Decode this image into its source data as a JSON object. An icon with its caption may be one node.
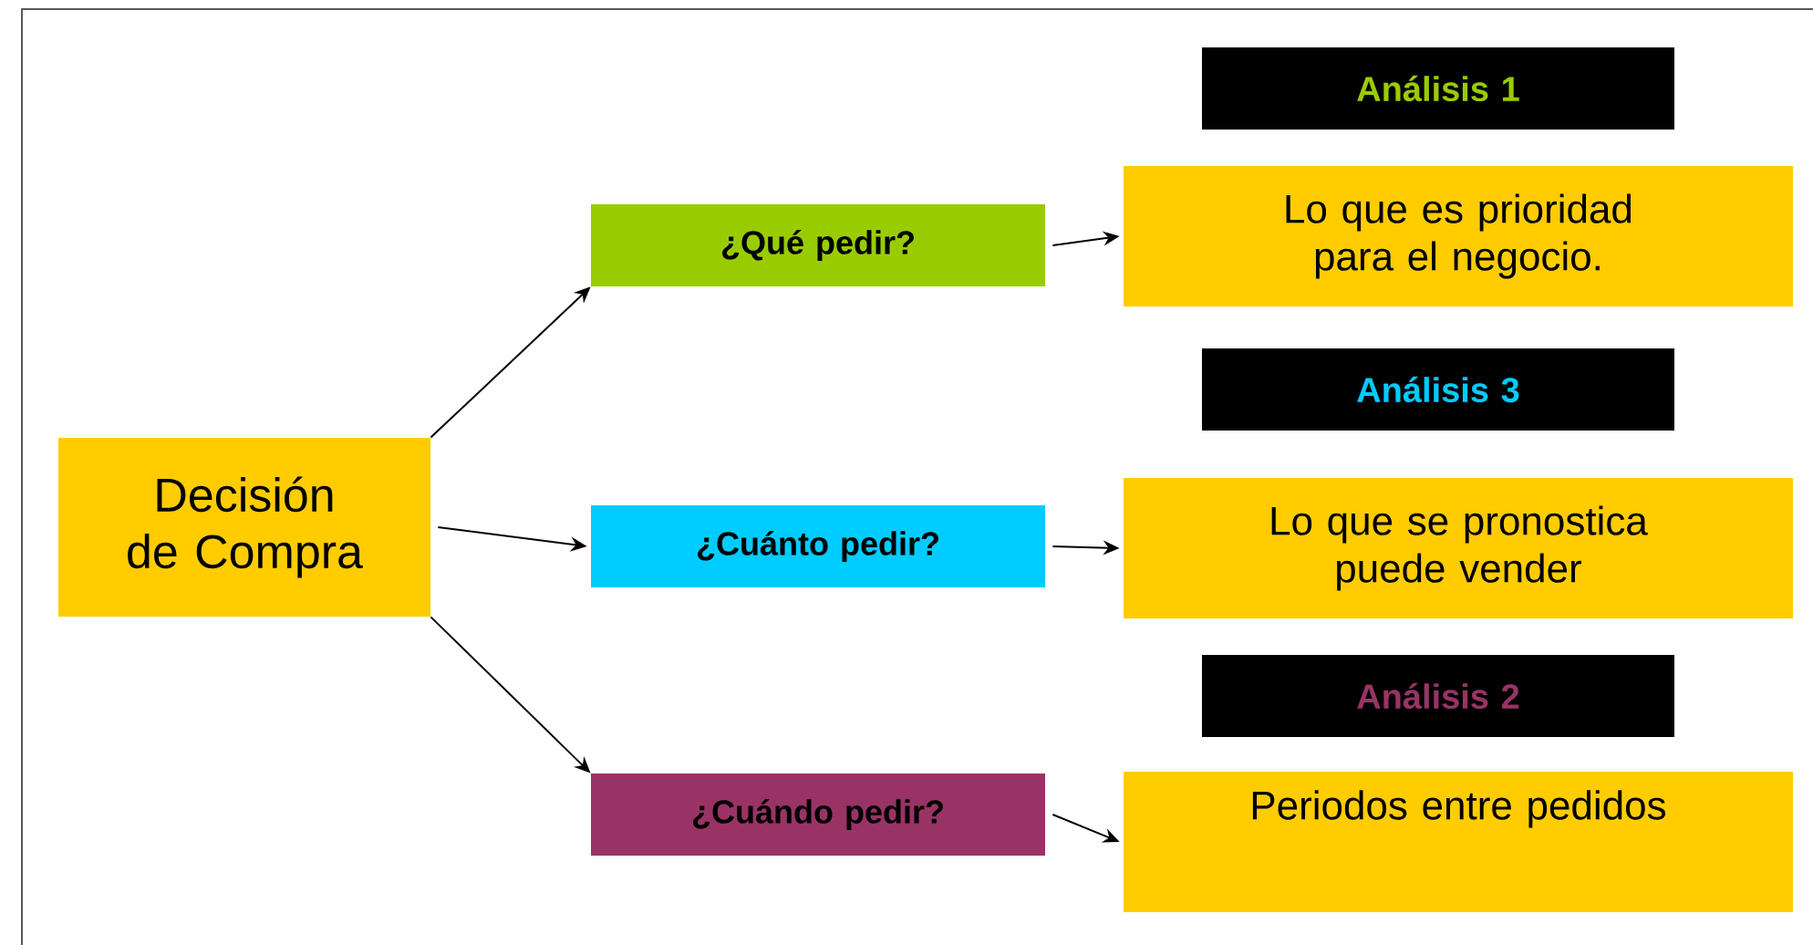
{
  "diagram": {
    "nodes": [
      {
        "text": [
          "Decisión de Compra"
        ]
      },
      {
        "text": [
          "¿Qué pedir?"
        ]
      },
      {
        "text": [
          "¿Cuánto pedir?"
        ]
      },
      {
        "text": [
          "¿Cuándo pedir?"
        ]
      },
      {
        "text": [
          "Análisis 1"
        ]
      },
      {
        "text": [
          "Lo que es prioridad para el negocio."
        ]
      },
      {
        "text": [
          "Análisis 3"
        ]
      },
      {
        "text": [
          "Lo que se pronostica puede vender"
        ]
      },
      {
        "text": [
          "Análisis 2"
        ]
      },
      {
        "text": [
          "Periodos entre pedidos"
        ]
      }
    ],
    "edges": [
      {
        "from": 0,
        "to": 1,
        "arrow": "to"
      },
      {
        "from": 0,
        "to": 2,
        "arrow": "to"
      },
      {
        "from": 0,
        "to": 3,
        "arrow": "to"
      },
      {
        "from": 1,
        "to": 5,
        "arrow": "to"
      },
      {
        "from": 2,
        "to": 7,
        "arrow": "to"
      },
      {
        "from": 3,
        "to": 9,
        "arrow": "to"
      }
    ]
  }
}
